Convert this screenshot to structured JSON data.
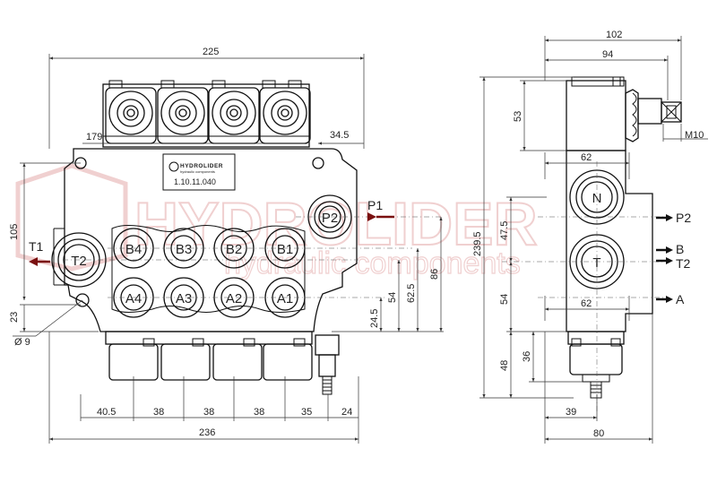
{
  "watermark": {
    "brand": "HYDROLIDER",
    "subtitle": "hydraulic components"
  },
  "nameplate": {
    "brand": "HYDROLIDER",
    "subtitle": "hydraulic components",
    "code": "1.10.11.040"
  },
  "front_view": {
    "dims": {
      "overall_width_top": "225",
      "left_offset": "179",
      "right_offset": "34.5",
      "overall_width_bottom": "236",
      "height_105": "105",
      "bottom_23": "23",
      "hole_dia": "Ø 9",
      "h_24_5": "24.5",
      "h_54": "54",
      "h_62_5": "62.5",
      "h_86": "86",
      "pitch": [
        "40.5",
        "38",
        "38",
        "38",
        "35",
        "24"
      ]
    },
    "ports_top": [
      "B4",
      "B3",
      "B2",
      "B1"
    ],
    "ports_bottom": [
      "A4",
      "A3",
      "A2",
      "A1"
    ],
    "port_p2": "P2",
    "port_t2": "T2",
    "label_p1": "P1",
    "label_t1": "T1"
  },
  "side_view": {
    "dims": {
      "width_102": "102",
      "width_94": "94",
      "h_53": "53",
      "thread": "M10",
      "w_62_top": "62",
      "w_62_bottom": "62",
      "h_239_5": "239.5",
      "h_47_5": "47.5",
      "h_54": "54",
      "h_48": "48",
      "h_36": "36",
      "w_39": "39",
      "w_80": "80"
    },
    "port_n": "N",
    "port_t": "T",
    "labels": [
      "P2",
      "B",
      "T2",
      "A"
    ]
  },
  "colors": {
    "outline": "#111111",
    "arrow_red": "#7a1010",
    "watermark": "#f0d0d0"
  }
}
